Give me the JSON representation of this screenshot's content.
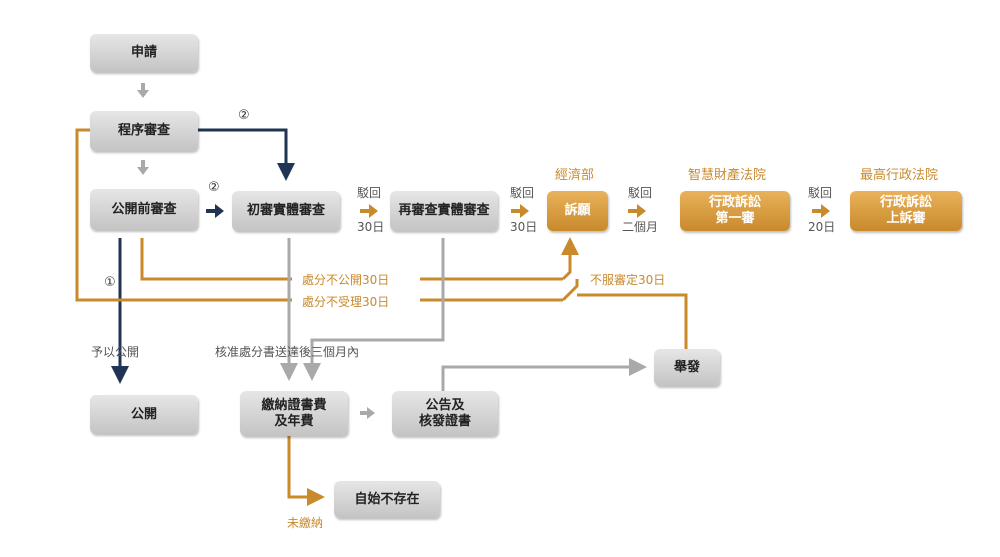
{
  "boxes": {
    "apply": "申請",
    "procedure": "程序審查",
    "pre_publish": "公開前審查",
    "first_exam": "初審實體審查",
    "re_exam": "再審查實體審查",
    "publish": "公開",
    "fee_line1": "繳納證書費",
    "fee_line2": "及年費",
    "announce_line1": "公告及",
    "announce_line2": "核發證書",
    "invalidation": "舉發",
    "void": "自始不存在",
    "petition": "訴願",
    "admin1_line1": "行政訴訟",
    "admin1_line2": "第一審",
    "admin2_line1": "行政訴訟",
    "admin2_line2": "上訴審"
  },
  "authorities": {
    "moea": "經濟部",
    "ip_court": "智慧財產法院",
    "supreme_admin": "最高行政法院"
  },
  "rejections": [
    {
      "top": "駁回",
      "bottom": "30日"
    },
    {
      "top": "駁回",
      "bottom": "30日"
    },
    {
      "top": "駁回",
      "bottom": "二個月"
    },
    {
      "top": "駁回",
      "bottom": "20日"
    }
  ],
  "labels": {
    "no_publish": "處分不公開30日",
    "not_accepted": "處分不受理30日",
    "dispute_decision": "不服審定30日",
    "grant_publish": "予以公開",
    "within_three_months": "核准處分書送達後三個月內",
    "unpaid": "未繳納",
    "circle1": "①",
    "circle2a": "②",
    "circle2b": "②"
  },
  "colors": {
    "navy": "#1f3553",
    "gold": "#c98a2c",
    "gray": "#a9a9a9"
  }
}
